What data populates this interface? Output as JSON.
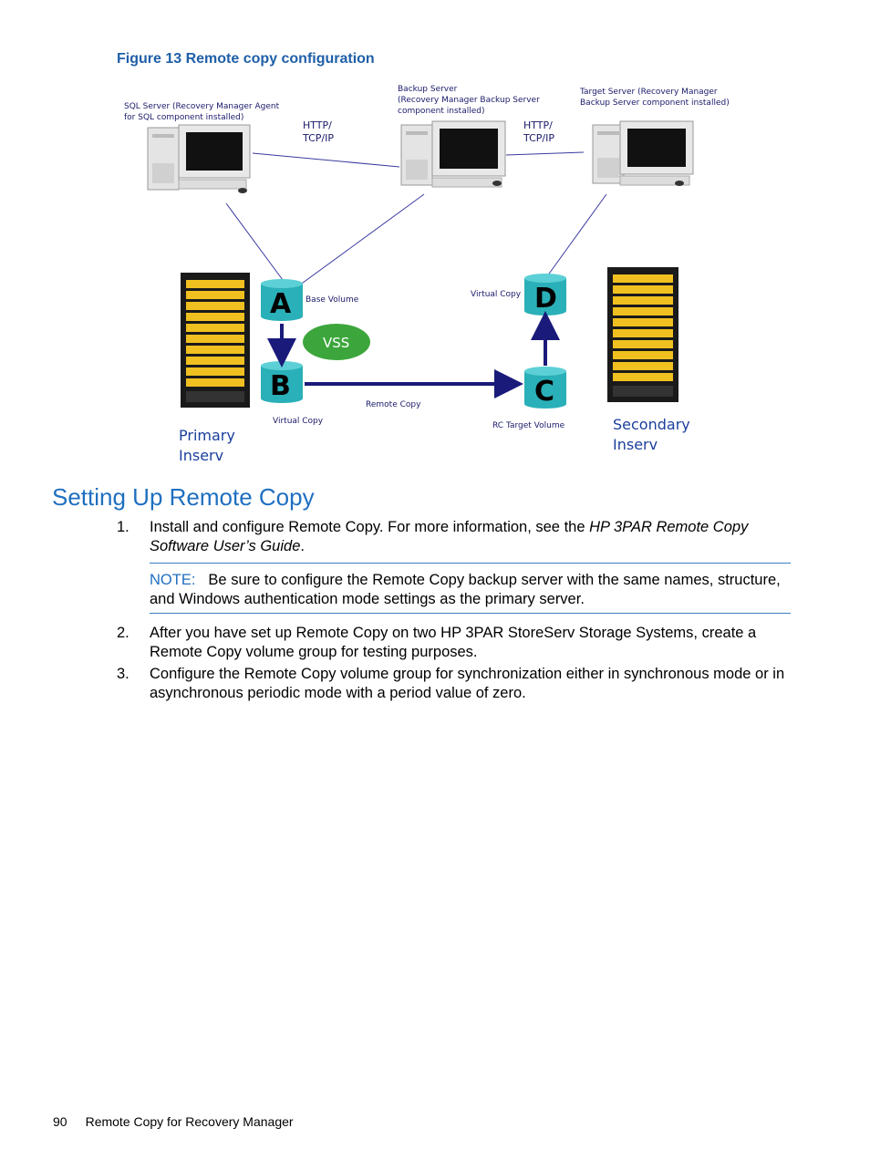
{
  "figure": {
    "caption": "Figure 13 Remote copy configuration",
    "sql_server_label_1": "SQL Server (Recovery Manager Agent",
    "sql_server_label_2": "for SQL component installed)",
    "backup_server_label_1": "Backup Server",
    "backup_server_label_2": "(Recovery Manager Backup Server",
    "backup_server_label_3": "component installed)",
    "target_server_label_1": "Target Server (Recovery Manager",
    "target_server_label_2": "Backup Server component installed)",
    "protocol_left_1": "HTTP/",
    "protocol_left_2": "TCP/IP",
    "protocol_right_1": "HTTP/",
    "protocol_right_2": "TCP/IP",
    "volume_a": "A",
    "volume_b": "B",
    "volume_c": "C",
    "volume_d": "D",
    "base_volume": "Base Volume",
    "virtual_copy_left": "Virtual Copy",
    "virtual_copy_right": "Virtual Copy",
    "remote_copy": "Remote Copy",
    "rc_target_volume": "RC Target Volume",
    "vss": "VSS",
    "primary_1": "Primary",
    "primary_2": "Inserv",
    "secondary_1": "Secondary",
    "secondary_2": "Inserv",
    "colors": {
      "cylinder": "#2ab0b8",
      "arrow": "#1a1a7a",
      "vss": "#3ca63c",
      "rack_yellow": "#f0c020"
    }
  },
  "section": {
    "title": "Setting Up Remote Copy"
  },
  "steps": [
    {
      "num": "1.",
      "text_plain": "Install and configure Remote Copy. For more information, see the ",
      "text_italic": "HP 3PAR Remote Copy Software User’s Guide",
      "text_end": "."
    },
    {
      "num": "2.",
      "text": "After you have set up Remote Copy on two HP 3PAR StoreServ Storage Systems, create a Remote Copy volume group for testing purposes."
    },
    {
      "num": "3.",
      "text": "Configure the Remote Copy volume group for synchronization either in synchronous mode or in asynchronous periodic mode with a period value of zero."
    }
  ],
  "note": {
    "label": "NOTE:",
    "text": "Be sure to configure the Remote Copy backup server with the same names, structure, and Windows authentication mode settings as the primary server."
  },
  "footer": {
    "page_number": "90",
    "chapter": "Remote Copy for Recovery Manager"
  }
}
